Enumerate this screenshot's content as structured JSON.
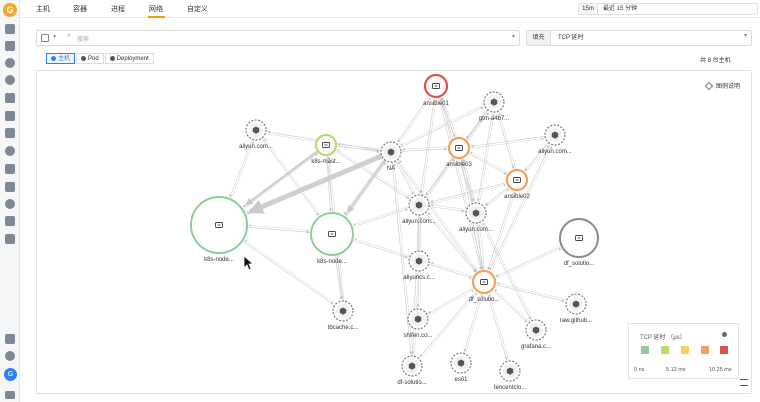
{
  "topnav": {
    "tabs": [
      {
        "label": "主机"
      },
      {
        "label": "容器"
      },
      {
        "label": "进程"
      },
      {
        "label": "网络"
      },
      {
        "label": "自定义"
      }
    ],
    "active_tab": "网络",
    "time_unit": "15m",
    "time_range": "最近 15 分钟"
  },
  "filter": {
    "search_placeholder": "搜索",
    "fill_label": "填充",
    "fill_value": "TCP 延时"
  },
  "view_options": [
    "主机",
    "Pod",
    "Deployment"
  ],
  "active_view": "主机",
  "host_count": "共 8 台主机",
  "legend": {
    "toggle_label": "图例说明",
    "title": "TCP 延时 （μs）",
    "min_label": "0 ns",
    "mid_label": "5.12 ms",
    "max_label": "10.25 ms",
    "colors": [
      "#8fcc9a",
      "#b6dc6a",
      "#f5d55c",
      "#f2a25f",
      "#d9534f"
    ]
  },
  "graph": {
    "nodes": [
      {
        "label": "ansible01",
        "status": "red"
      },
      {
        "label": "gtm-a4b7...",
        "status": "none"
      },
      {
        "label": "aliyun.com...",
        "status": "none"
      },
      {
        "label": "aliyun.com...",
        "status": "none"
      },
      {
        "label": "k8s-mast...",
        "status": "lime"
      },
      {
        "label": "NA",
        "status": "none"
      },
      {
        "label": "ansible03",
        "status": "orange"
      },
      {
        "label": "ansible02",
        "status": "orange"
      },
      {
        "label": "k8s-node...",
        "status": "green"
      },
      {
        "label": "k8s-node...",
        "status": "green"
      },
      {
        "label": "aliyun.com...",
        "status": "none"
      },
      {
        "label": "aliyun.com...",
        "status": "none"
      },
      {
        "label": "df_solutio...",
        "status": "gray"
      },
      {
        "label": "aliyuncs.c...",
        "status": "none"
      },
      {
        "label": "df_solutio...",
        "status": "orange"
      },
      {
        "label": "raw.github...",
        "status": "none"
      },
      {
        "label": "tbcache.c...",
        "status": "none"
      },
      {
        "label": "shifen.co...",
        "status": "none"
      },
      {
        "label": "grafana.c...",
        "status": "none"
      },
      {
        "label": "df-solutio...",
        "status": "none"
      },
      {
        "label": "es01",
        "status": "none"
      },
      {
        "label": "tencentclo...",
        "status": "none"
      }
    ]
  }
}
